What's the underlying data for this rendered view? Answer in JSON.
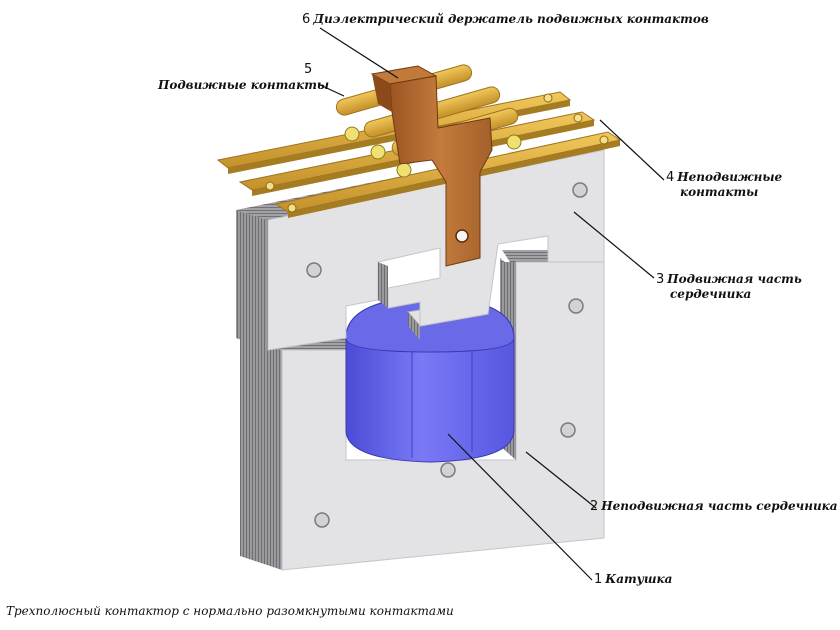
{
  "labels": {
    "holder": {
      "num": "6",
      "text": "Диэлектрический держатель подвижных контактов"
    },
    "moving_contacts": {
      "num": "5",
      "text": "Подвижные контакты"
    },
    "fixed_contacts": {
      "num": "4",
      "text_line1": "Неподвижные",
      "text_line2": "контакты"
    },
    "moving_core": {
      "num": "3",
      "text_line1": "Подвижная часть",
      "text_line2": "сердечника"
    },
    "fixed_core": {
      "num": "2",
      "text": "Неподвижная часть сердечника"
    },
    "coil": {
      "num": "1",
      "text": "Катушка"
    }
  },
  "caption": "Трехполюсный контактор с нормально разомкнутыми контактами",
  "colors": {
    "core_front": "#e4e4e6",
    "core_side": "#8e8e92",
    "coil": "#6b6bf0",
    "contact": "#d6a43a",
    "holder": "#b86a2e"
  }
}
